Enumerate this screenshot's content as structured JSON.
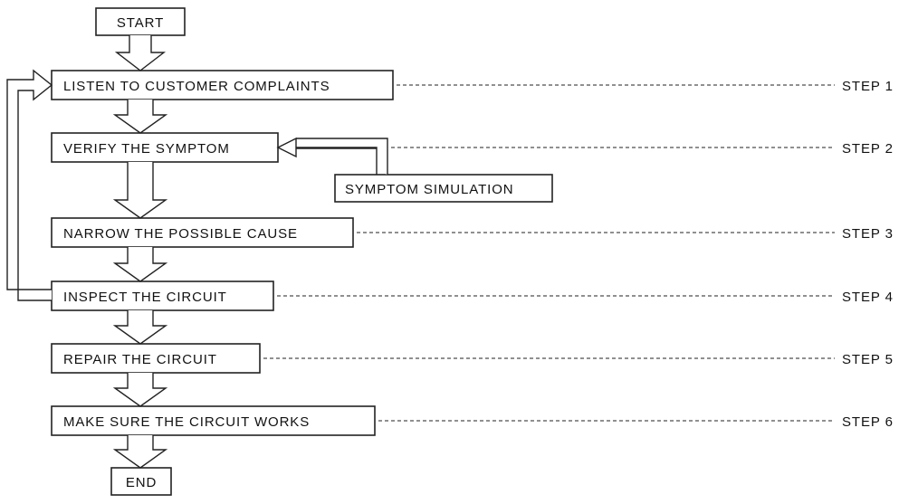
{
  "start": "START",
  "end": "END",
  "steps": [
    {
      "label": "LISTEN TO CUSTOMER COMPLAINTS",
      "step": "STEP 1"
    },
    {
      "label": "VERIFY THE SYMPTOM",
      "step": "STEP 2"
    },
    {
      "label": "NARROW THE POSSIBLE CAUSE",
      "step": "STEP 3"
    },
    {
      "label": "INSPECT THE CIRCUIT",
      "step": "STEP 4"
    },
    {
      "label": "REPAIR THE CIRCUIT",
      "step": "STEP 5"
    },
    {
      "label": "MAKE SURE THE CIRCUIT WORKS",
      "step": "STEP 6"
    }
  ],
  "side_box": "SYMPTOM SIMULATION",
  "colors": {
    "line": "#222222",
    "text": "#111111",
    "background": "#ffffff"
  }
}
